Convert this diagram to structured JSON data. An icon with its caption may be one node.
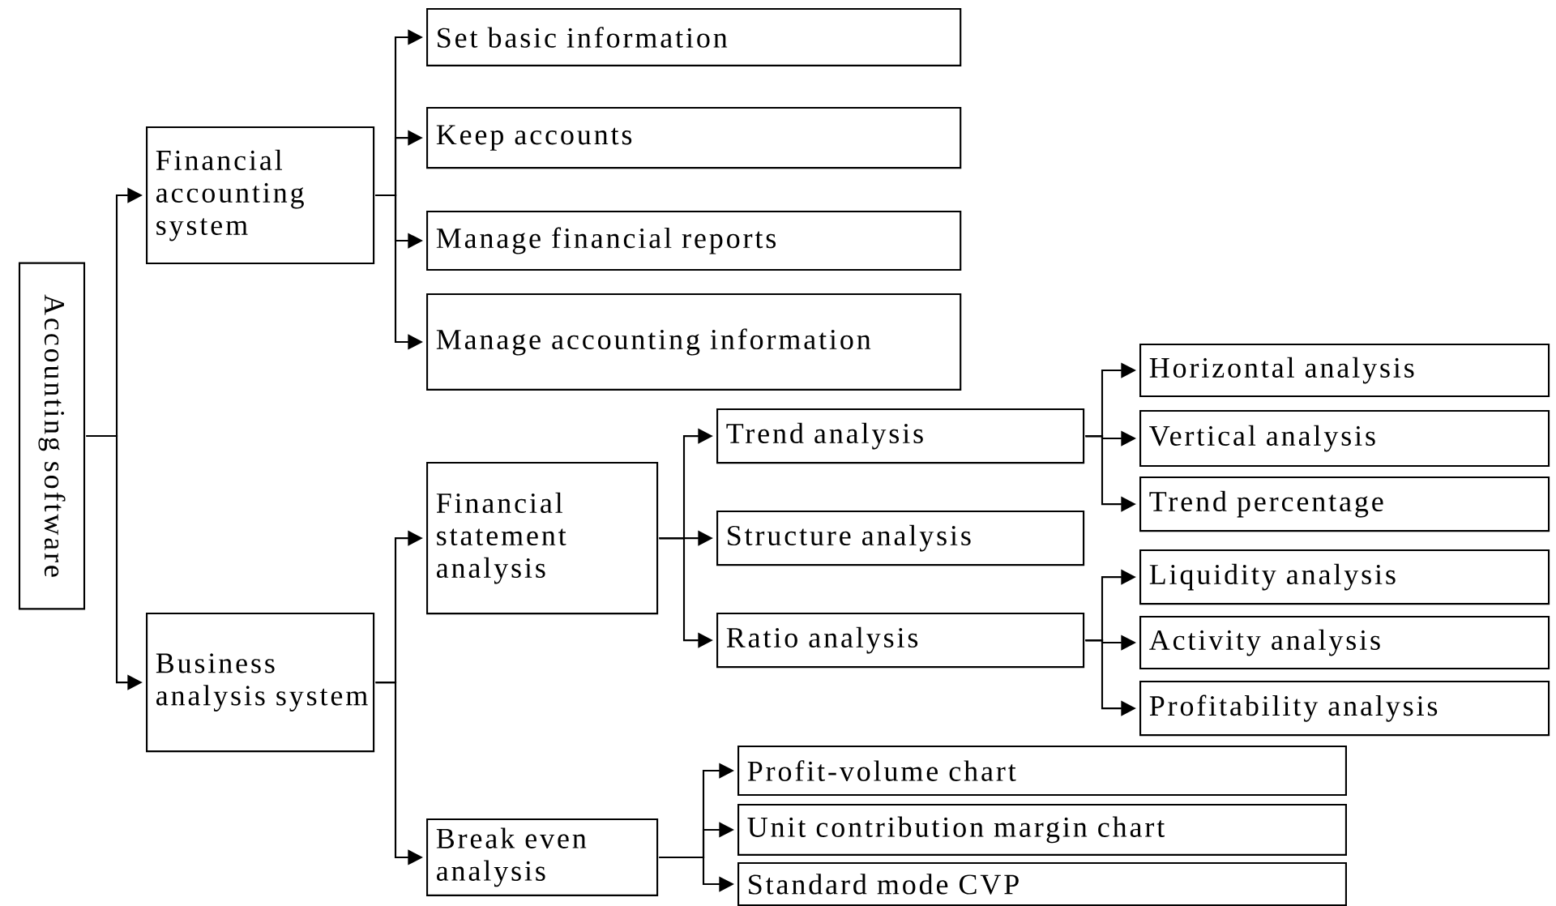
{
  "diagram": {
    "nodes": [
      {
        "text": [
          "Accounting software"
        ]
      },
      {
        "text": [
          "Financial accounting system"
        ]
      },
      {
        "text": [
          "Set basic information"
        ]
      },
      {
        "text": [
          "Keep accounts"
        ]
      },
      {
        "text": [
          "Manage financial reports"
        ]
      },
      {
        "text": [
          "Manage accounting information"
        ]
      },
      {
        "text": [
          "Business analysis system"
        ]
      },
      {
        "text": [
          "Financial statement analysis"
        ]
      },
      {
        "text": [
          "Trend analysis"
        ]
      },
      {
        "text": [
          "Structure analysis"
        ]
      },
      {
        "text": [
          "Ratio analysis"
        ]
      },
      {
        "text": [
          "Horizontal analysis"
        ]
      },
      {
        "text": [
          "Vertical analysis"
        ]
      },
      {
        "text": [
          "Trend percentage"
        ]
      },
      {
        "text": [
          "Liquidity analysis"
        ]
      },
      {
        "text": [
          "Activity analysis"
        ]
      },
      {
        "text": [
          "Profitability analysis"
        ]
      },
      {
        "text": [
          "Break even analysis"
        ]
      },
      {
        "text": [
          "Profit-volume chart"
        ]
      },
      {
        "text": [
          "Unit contribution margin chart"
        ]
      },
      {
        "text": [
          "Standard mode CVP"
        ]
      }
    ],
    "edges": [
      {
        "from": 0,
        "to": 1,
        "arrow": "to"
      },
      {
        "from": 0,
        "to": 6,
        "arrow": "to"
      },
      {
        "from": 1,
        "to": 2,
        "arrow": "to"
      },
      {
        "from": 1,
        "to": 3,
        "arrow": "to"
      },
      {
        "from": 1,
        "to": 4,
        "arrow": "to"
      },
      {
        "from": 1,
        "to": 5,
        "arrow": "to"
      },
      {
        "from": 6,
        "to": 7,
        "arrow": "to"
      },
      {
        "from": 6,
        "to": 17,
        "arrow": "to"
      },
      {
        "from": 7,
        "to": 8,
        "arrow": "to"
      },
      {
        "from": 7,
        "to": 9,
        "arrow": "to"
      },
      {
        "from": 7,
        "to": 10,
        "arrow": "to"
      },
      {
        "from": 8,
        "to": 11,
        "arrow": "to"
      },
      {
        "from": 8,
        "to": 12,
        "arrow": "to"
      },
      {
        "from": 8,
        "to": 13,
        "arrow": "to"
      },
      {
        "from": 10,
        "to": 14,
        "arrow": "to"
      },
      {
        "from": 10,
        "to": 15,
        "arrow": "to"
      },
      {
        "from": 10,
        "to": 16,
        "arrow": "to"
      },
      {
        "from": 17,
        "to": 18,
        "arrow": "to"
      },
      {
        "from": 17,
        "to": 19,
        "arrow": "to"
      },
      {
        "from": 17,
        "to": 20,
        "arrow": "to"
      }
    ]
  }
}
